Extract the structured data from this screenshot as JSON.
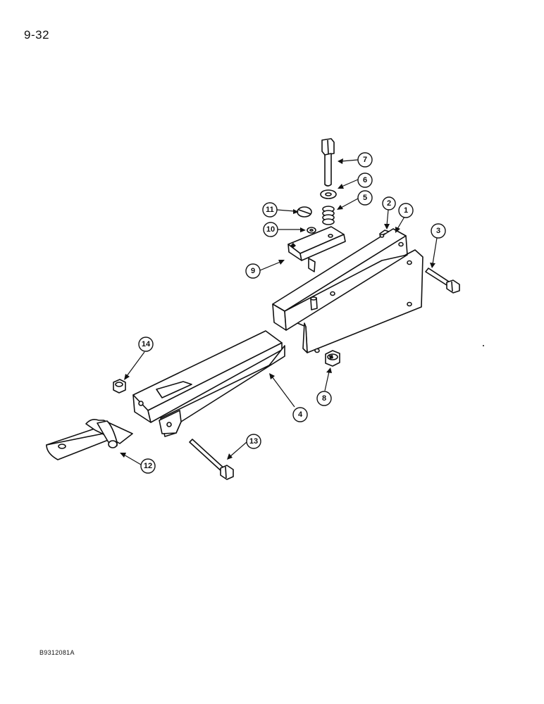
{
  "page": {
    "number": "9-32",
    "figure_code": "B9312081A"
  },
  "callouts": [
    {
      "id": "1",
      "label": "1"
    },
    {
      "id": "2",
      "label": "2"
    },
    {
      "id": "3",
      "label": "3"
    },
    {
      "id": "4",
      "label": "4"
    },
    {
      "id": "5",
      "label": "5"
    },
    {
      "id": "6",
      "label": "6"
    },
    {
      "id": "7",
      "label": "7"
    },
    {
      "id": "8",
      "label": "8"
    },
    {
      "id": "9",
      "label": "9"
    },
    {
      "id": "10",
      "label": "10"
    },
    {
      "id": "11",
      "label": "11"
    },
    {
      "id": "12",
      "label": "12"
    },
    {
      "id": "13",
      "label": "13"
    },
    {
      "id": "14",
      "label": "14"
    }
  ]
}
